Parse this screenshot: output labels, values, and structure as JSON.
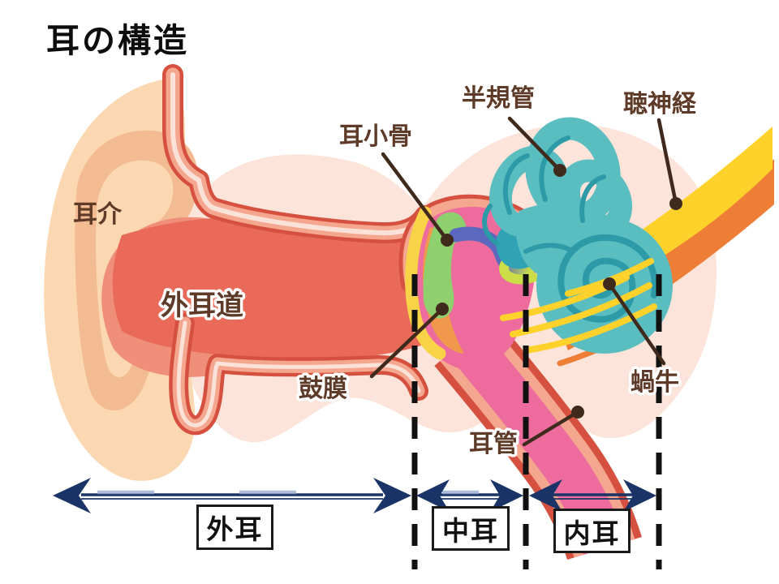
{
  "title": "耳の構造",
  "labels": {
    "auricle": "耳介",
    "ear_canal": "外耳道",
    "ossicles": "耳小骨",
    "semicircular_canals": "半規管",
    "auditory_nerve": "聴神経",
    "eardrum": "鼓膜",
    "cochlea": "蝸牛",
    "eustachian_tube": "耳管"
  },
  "sections": [
    {
      "id": "outer-ear",
      "label": "外耳"
    },
    {
      "id": "middle-ear",
      "label": "中耳"
    },
    {
      "id": "inner-ear",
      "label": "内耳"
    }
  ],
  "colors": {
    "label_text": "#5d3b28",
    "leader_line": "#3f2a1c",
    "arrow_navy": "#1b3467",
    "arrow_highlight": "#8fa6cd",
    "divider_black": "#111111",
    "skin_blob": "#fce4da",
    "pinna_tan": "#fbd8b2",
    "pinna_tan_dark": "#f3bb92",
    "pinna_salmon": "#ef8e79",
    "canal_red": "#e96a58",
    "wall_outline_red": "#d5503e",
    "wall_salmon": "#f5a68f",
    "middle_ear_pink": "#ee6c9d",
    "eardrum_yellow": "#f8d348",
    "eardrum_orange": "#f0984c",
    "ossicle_green": "#8ed06e",
    "ossicle_blue": "#5a68bd",
    "stapes_yellowgreen": "#cbdd47",
    "inner_ear_teal": "#5abdbf",
    "inner_ear_teal_dark": "#2d9aa8",
    "nerve_yellow": "#ffd22b",
    "nerve_orange": "#ee7d35"
  }
}
